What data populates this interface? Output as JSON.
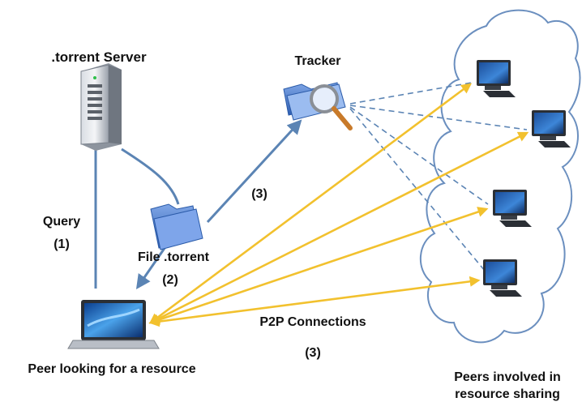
{
  "labels": {
    "server": ".torrent Server",
    "tracker": "Tracker",
    "query": "Query",
    "step1": "(1)",
    "file": "File .torrent",
    "step2": "(2)",
    "step3_tracker": "(3)",
    "p2p": "P2P Connections",
    "step3_p2p": "(3)",
    "peer": "Peer looking for a resource",
    "peers_line1": "Peers involved in",
    "peers_line2": "resource sharing"
  },
  "colors": {
    "blue_arrow": "#5b84b4",
    "yellow_arrow": "#f2c12e",
    "dashed_line": "#5b84b4",
    "cloud_stroke": "#6b8fbf",
    "text": "#111111"
  },
  "icons": {
    "server": "server-tower-icon",
    "tracker": "folder-magnifier-icon",
    "torrent_file": "folder-icon",
    "peer": "laptop-icon",
    "cloud_peers": "desktop-computer-icon"
  }
}
